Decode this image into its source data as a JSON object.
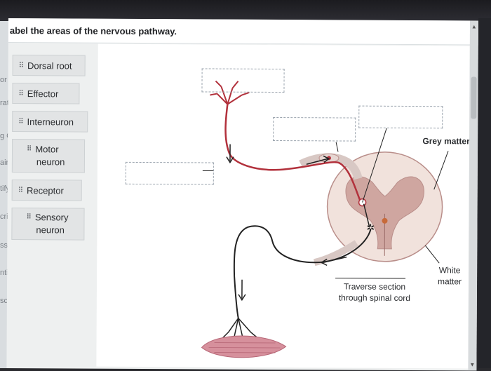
{
  "question": {
    "title": "abel the areas of the nervous pathway."
  },
  "left_peek": [
    "or",
    "rat",
    "g C",
    "ain",
    "tify",
    "crib",
    "ssify",
    "ntify",
    "scrib"
  ],
  "options": [
    {
      "label": "Dorsal root"
    },
    {
      "label": "Effector"
    },
    {
      "label": "Interneuron"
    },
    {
      "label_line1": "Motor",
      "label_line2": "neuron"
    },
    {
      "label": "Receptor"
    },
    {
      "label_line1": "Sensory",
      "label_line2": "neuron"
    }
  ],
  "diagram_labels": {
    "grey_matter": "Grey matter",
    "white_matter_line1": "White",
    "white_matter_line2": "matter",
    "traverse_line1": "Traverse section",
    "traverse_line2": "through spinal cord"
  },
  "colors": {
    "neuron": "#b2313c",
    "muscle": "#d6909c",
    "grey_matter": "#cfa6a0",
    "white_matter": "#f1e2dc"
  },
  "icons": {
    "grip": "drag-grip-icon",
    "scroll_up": "scroll-up-arrow-icon"
  }
}
